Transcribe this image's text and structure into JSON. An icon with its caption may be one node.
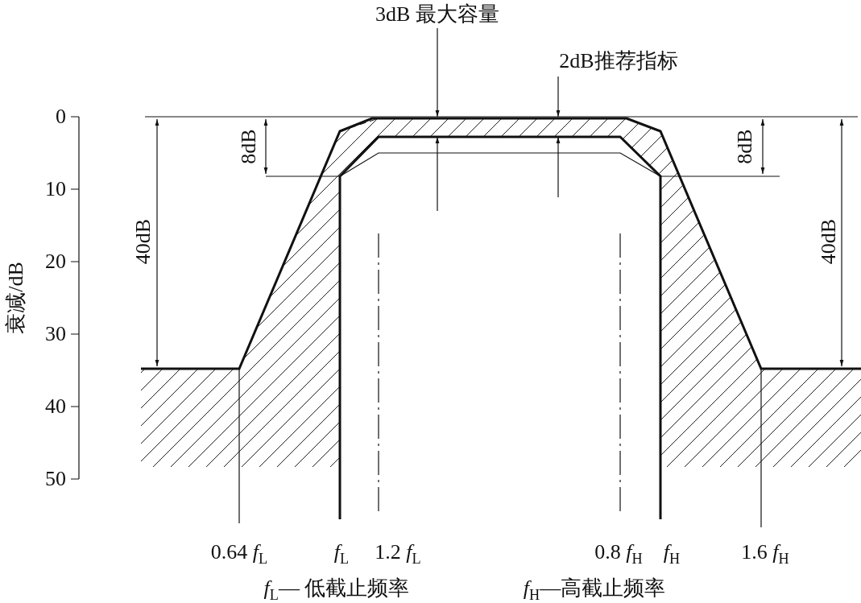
{
  "diagram": {
    "labels": [
      "3dB 最大容量",
      "2dB推荐指标",
      "0",
      "10",
      "20",
      "30",
      "40",
      "50",
      "衰减/dB",
      "8dB",
      "40dB",
      "8dB",
      "40dB",
      "0.64 *f*$_{L}$",
      "*f*$_{L}$",
      "1.2 *f*$_{L}$",
      "0.8 *f*$_{H}$",
      "*f*$_{H}$",
      "1.6 *f*$_{H}$",
      "*f*$_{L}$— 低截止频率",
      "*f*$_{H}$—高截止频率"
    ]
  }
}
